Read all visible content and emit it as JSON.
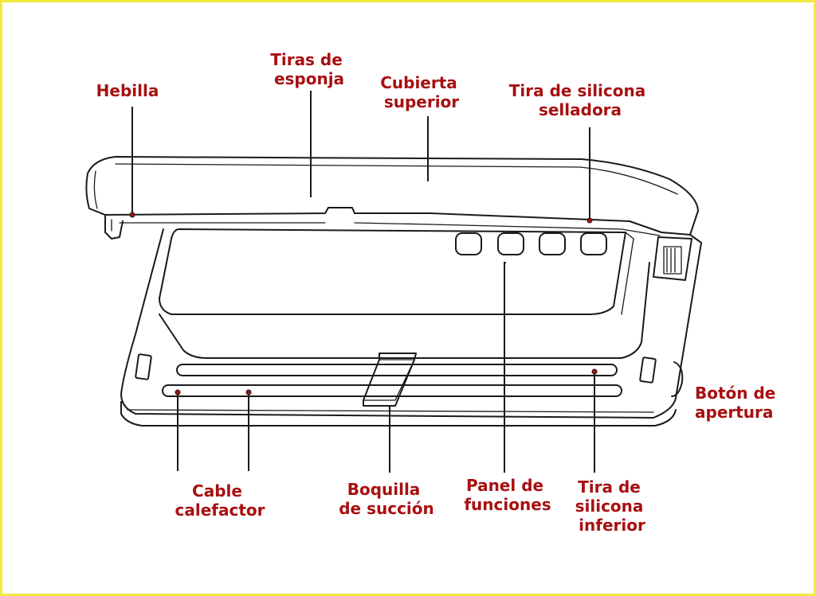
{
  "labels": {
    "hebilla": "Hebilla",
    "tiras_esponja": [
      "Tiras de",
      "esponja"
    ],
    "cubierta_superior": [
      "Cubierta",
      "superior"
    ],
    "tira_silicona_selladora": [
      "Tira de silicona",
      "selladora"
    ],
    "boton_apertura": [
      "Botón de",
      "apertura"
    ],
    "cable_calefactor": [
      "Cable",
      "calefactor"
    ],
    "boquilla_succion": [
      "Boquilla",
      "de succión"
    ],
    "panel_funciones": [
      "Panel de",
      "funciones"
    ],
    "tira_silicona_inferior": [
      "Tira de",
      "silicona",
      "inferior"
    ]
  },
  "colors": {
    "label": "#a80f10",
    "outline": "#1a1a1a",
    "border": "#f2ea3a"
  }
}
